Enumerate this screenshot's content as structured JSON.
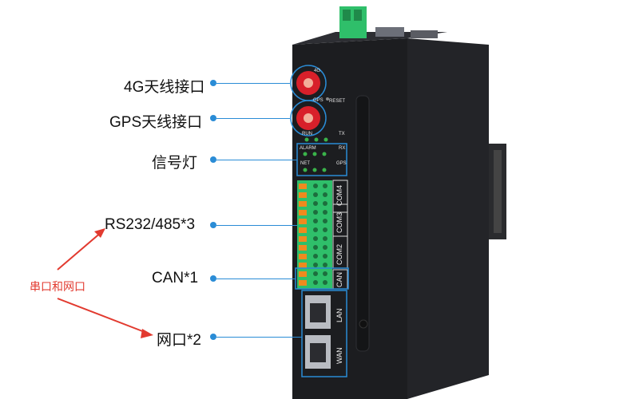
{
  "callouts": {
    "antenna_4g": "4G天线接口",
    "antenna_gps": "GPS天线接口",
    "indicator": "信号灯",
    "serial": "RS232/485*3",
    "can": "CAN*1",
    "network": "网口*2"
  },
  "annotation": "串口和网口",
  "device": {
    "antenna_top_label": "4G",
    "antenna_bottom_label": "GPS",
    "reset_label": "RESET",
    "led_labels": [
      "RUN",
      "TX",
      "ALARM",
      "RX",
      "NET",
      "GPS"
    ],
    "com_labels": [
      "COM4",
      "COM3",
      "COM2"
    ],
    "can_label": "CAN",
    "lan_label": "LAN",
    "wan_label": "WAN"
  },
  "colors": {
    "callout": "#2a8cd6",
    "annotation": "#e23a2f",
    "terminal": "#2fbf6a",
    "antenna": "#d8202a",
    "body": "#1c1d20"
  }
}
